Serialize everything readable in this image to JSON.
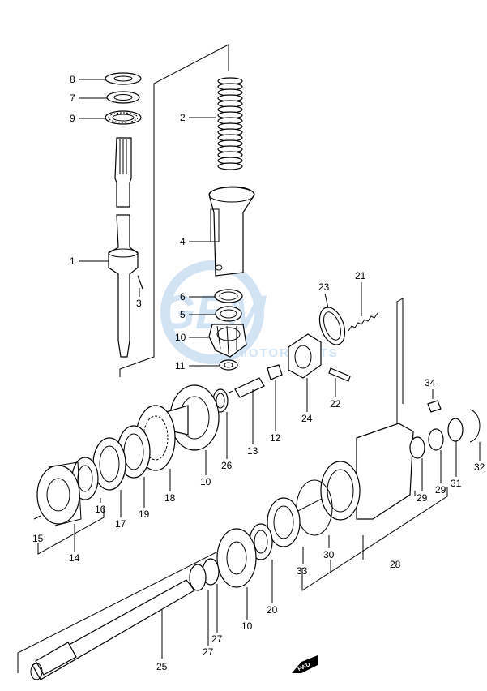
{
  "watermark": {
    "main": "GEM",
    "sub": "MOTORPARTS",
    "color": "#9cc2e8"
  },
  "fwd_label": "FWD",
  "callouts": [
    {
      "id": "c8",
      "text": "8"
    },
    {
      "id": "c7",
      "text": "7"
    },
    {
      "id": "c9",
      "text": "9"
    },
    {
      "id": "c2",
      "text": "2"
    },
    {
      "id": "c4",
      "text": "4"
    },
    {
      "id": "c1",
      "text": "1"
    },
    {
      "id": "c3",
      "text": "3"
    },
    {
      "id": "c6",
      "text": "6"
    },
    {
      "id": "c5",
      "text": "5"
    },
    {
      "id": "c10a",
      "text": "10"
    },
    {
      "id": "c11",
      "text": "11"
    },
    {
      "id": "c23",
      "text": "23"
    },
    {
      "id": "c21",
      "text": "21"
    },
    {
      "id": "c22",
      "text": "22"
    },
    {
      "id": "c24",
      "text": "24"
    },
    {
      "id": "c12",
      "text": "12"
    },
    {
      "id": "c13",
      "text": "13"
    },
    {
      "id": "c26",
      "text": "26"
    },
    {
      "id": "c10b",
      "text": "10"
    },
    {
      "id": "c18",
      "text": "18"
    },
    {
      "id": "c19",
      "text": "19"
    },
    {
      "id": "c17",
      "text": "17"
    },
    {
      "id": "c16",
      "text": "16"
    },
    {
      "id": "c15",
      "text": "15"
    },
    {
      "id": "c14",
      "text": "14"
    },
    {
      "id": "c34",
      "text": "34"
    },
    {
      "id": "c32",
      "text": "32"
    },
    {
      "id": "c31",
      "text": "31"
    },
    {
      "id": "c29a",
      "text": "29"
    },
    {
      "id": "c29b",
      "text": "29"
    },
    {
      "id": "c30",
      "text": "30"
    },
    {
      "id": "c33",
      "text": "33"
    },
    {
      "id": "c28",
      "text": "28"
    },
    {
      "id": "c20",
      "text": "20"
    },
    {
      "id": "c10c",
      "text": "10"
    },
    {
      "id": "c27a",
      "text": "27"
    },
    {
      "id": "c27b",
      "text": "27"
    },
    {
      "id": "c25",
      "text": "25"
    }
  ]
}
